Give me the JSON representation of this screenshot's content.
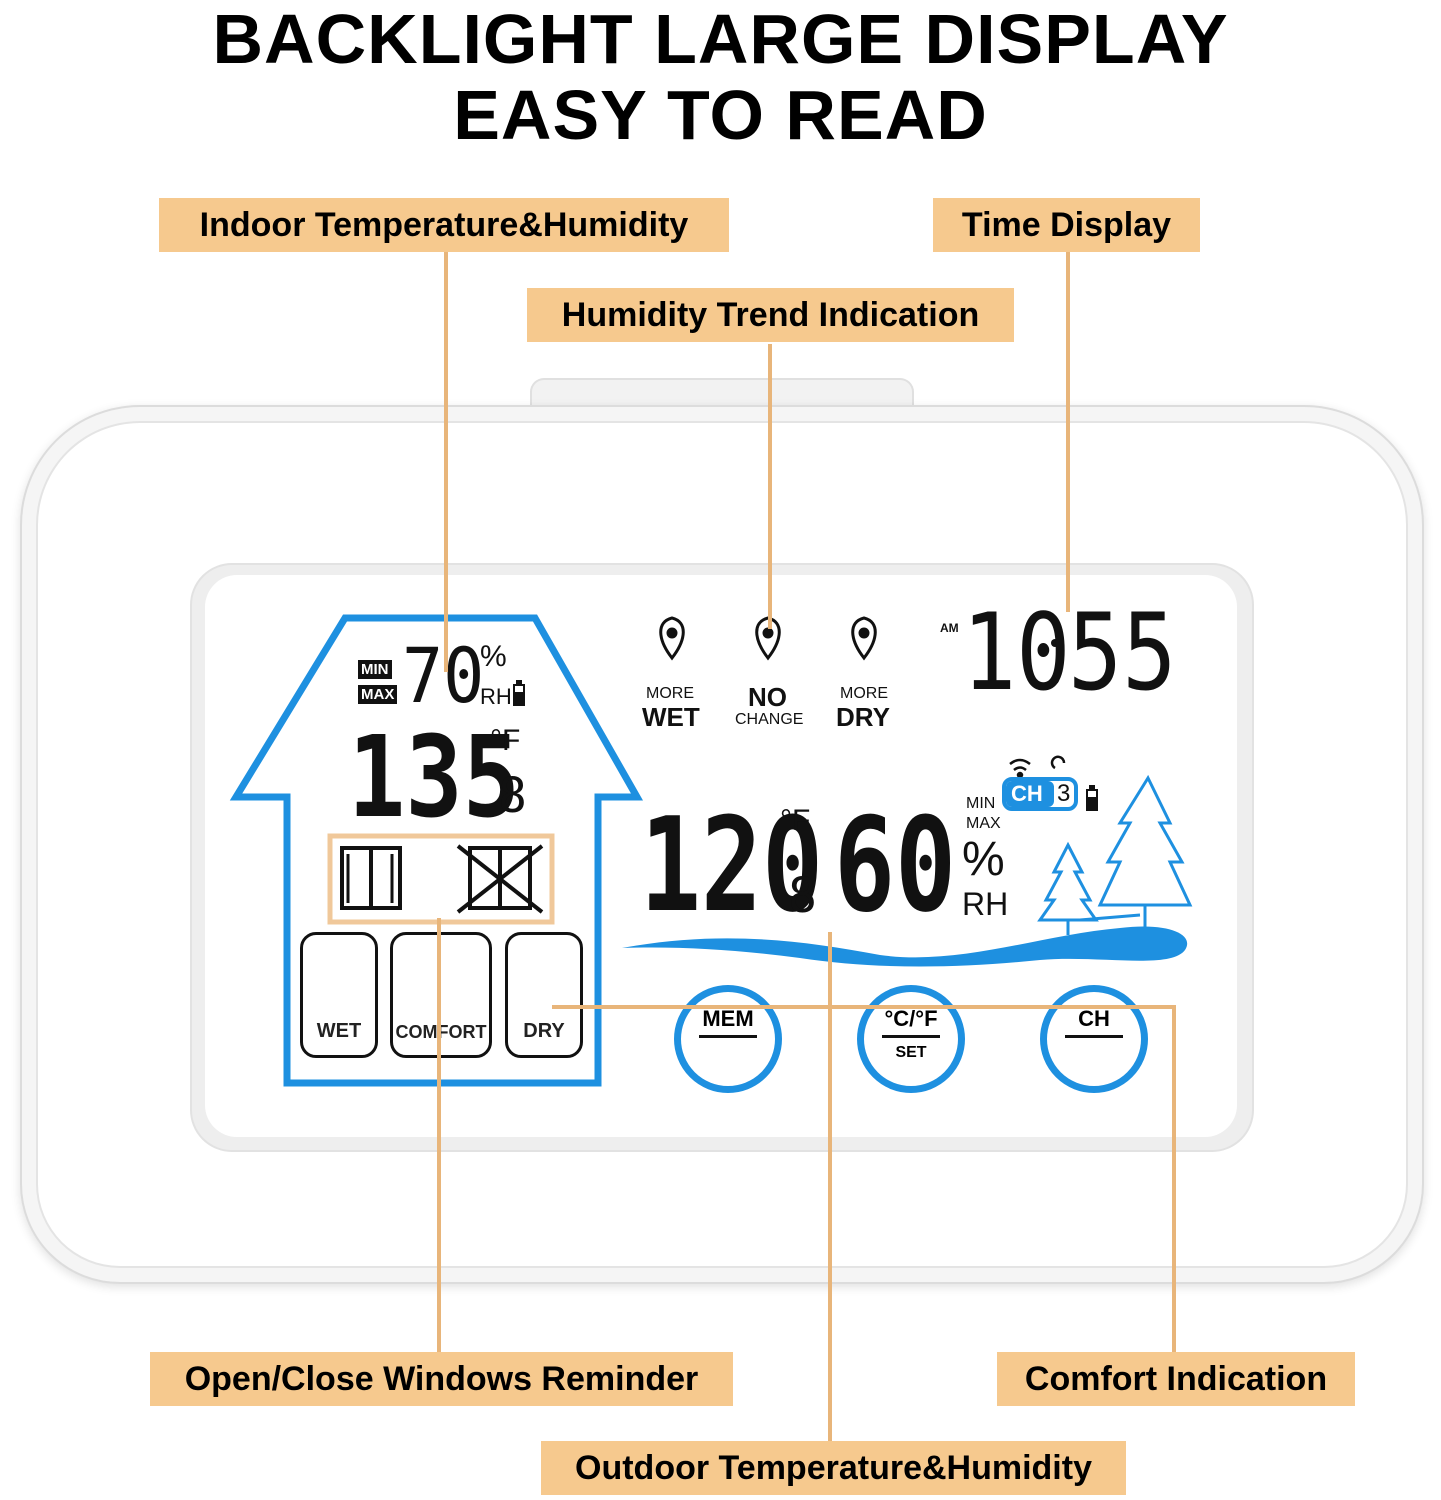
{
  "headline": {
    "line1": "BACKLIGHT LARGE DISPLAY",
    "line2": "EASY TO READ"
  },
  "callouts": {
    "indoor": "Indoor Temperature&Humidity",
    "time": "Time Display",
    "trend": "Humidity Trend Indication",
    "windows": "Open/Close Windows Reminder",
    "comfort": "Comfort Indication",
    "outdoor": "Outdoor Temperature&Humidity"
  },
  "indoor": {
    "min": "MIN",
    "max": "MAX",
    "humidity": "70",
    "humidity_unit": "%",
    "rh": "RH",
    "temp_main": "135",
    "temp_decimal": "8",
    "temp_unit": "°F"
  },
  "trend": {
    "wet_top": "MORE",
    "wet_bottom": "WET",
    "none_top": "NO",
    "none_bottom": "CHANGE",
    "dry_top": "MORE",
    "dry_bottom": "DRY"
  },
  "time": {
    "ampm": "AM",
    "hours": "10",
    "minutes": "55"
  },
  "outdoor": {
    "temp_main": "120",
    "temp_decimal": "8",
    "temp_unit": "°F",
    "humidity": "60",
    "humidity_unit": "%",
    "rh": "RH",
    "min": "MIN",
    "max": "MAX",
    "channel_label": "CH",
    "channel_number": "3"
  },
  "comfort_buttons": {
    "wet": "WET",
    "comfort": "COMFORT",
    "dry": "DRY"
  },
  "buttons": {
    "mem": "MEM",
    "unit_top": "°C/°F",
    "unit_bottom": "SET",
    "ch": "CH"
  },
  "colors": {
    "accent_blue": "#1e90e0",
    "callout_bg": "#f6c98e",
    "leader": "#e8b57a"
  }
}
